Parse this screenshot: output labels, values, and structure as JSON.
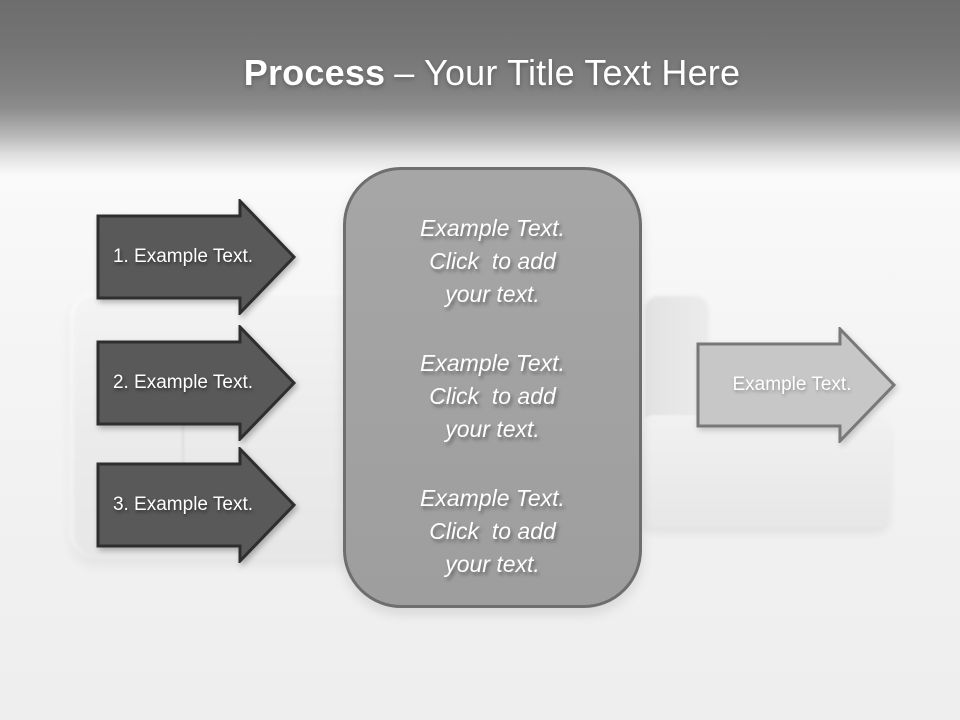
{
  "title": {
    "bold": "Process",
    "rest": "– Your Title Text Here"
  },
  "left_arrows": [
    {
      "label": "1. Example Text."
    },
    {
      "label": "2. Example Text."
    },
    {
      "label": "3. Example Text."
    }
  ],
  "center_box": {
    "paragraphs": [
      {
        "lines": [
          "Example Text.",
          "Click  to add",
          "your text."
        ]
      },
      {
        "lines": [
          "Example Text.",
          "Click  to add",
          "your text."
        ]
      },
      {
        "lines": [
          "Example Text.",
          "Click  to add",
          "your text."
        ]
      }
    ]
  },
  "right_arrow": {
    "label": "Example Text."
  },
  "colors": {
    "header_top": "#6d6d6d",
    "dark_arrow_fill": "#595959",
    "dark_arrow_border": "#2e2e2e",
    "light_arrow_fill": "#c7c7c7",
    "light_arrow_border": "#787878",
    "box_fill": "#a2a2a2",
    "box_border": "#6e6e6e",
    "text_color": "#ffffff"
  }
}
